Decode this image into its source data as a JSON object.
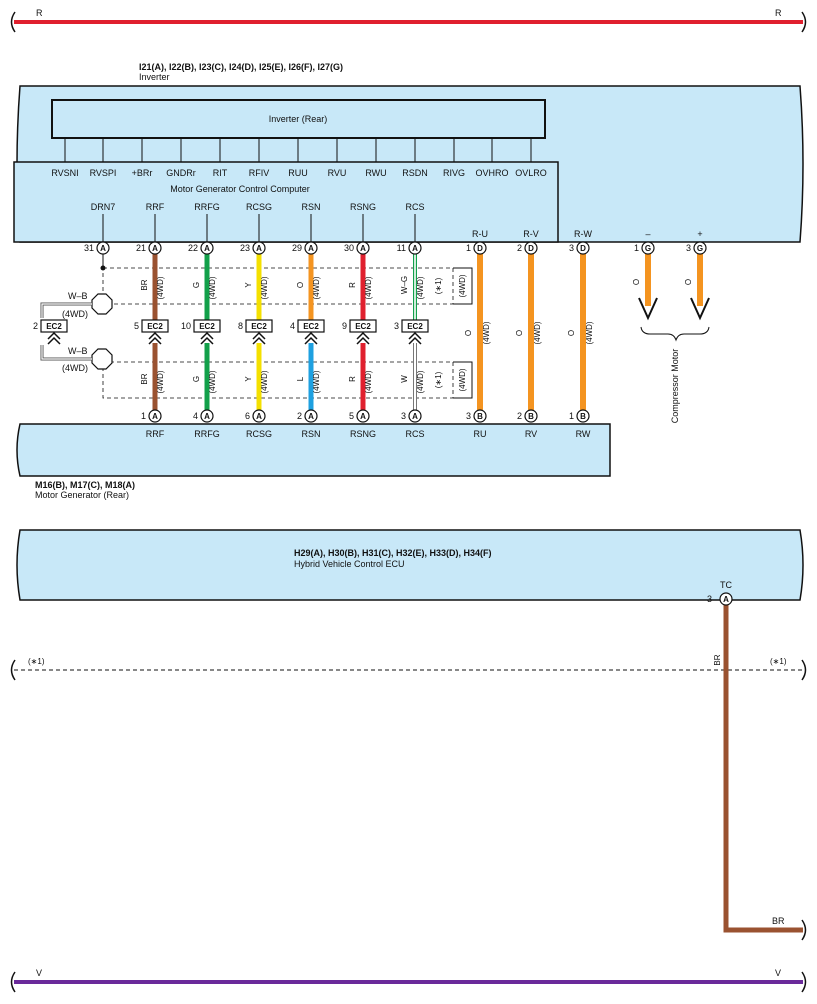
{
  "power_rail_top": {
    "left_label": "R",
    "right_label": "R",
    "color": "#e0202e"
  },
  "power_rail_bottom": {
    "left_label": "V",
    "right_label": "V",
    "color": "#6a2a9a"
  },
  "inverter": {
    "codes": "I21(A), I22(B), I23(C), I24(D), I25(E), I26(F), I27(G)",
    "name": "Inverter",
    "inner_label": "Inverter (Rear)",
    "mgcc_label": "Motor Generator Control Computer",
    "upper_terminals": [
      "RVSNI",
      "RVSPI",
      "+BRr",
      "GNDRr",
      "RIT",
      "RFIV",
      "RUU",
      "RVU",
      "RWU",
      "RSDN",
      "RIVG",
      "OVHRO",
      "OVLRO"
    ],
    "lower_terminals": [
      "DRN7",
      "RRF",
      "RRFG",
      "RCSG",
      "RSN",
      "RSNG",
      "RCS"
    ],
    "phase_labels": [
      "R-U",
      "R-V",
      "R-W",
      "–",
      "+"
    ]
  },
  "motor_generator": {
    "codes": "M16(B), M17(C), M18(A)",
    "name": "Motor Generator (Rear)",
    "terminals": [
      "RRF",
      "RRFG",
      "RCSG",
      "RSN",
      "RSNG",
      "RCS",
      "RU",
      "RV",
      "RW"
    ]
  },
  "hv_ecu": {
    "codes": "H29(A), H30(B), H31(C), H32(E), H33(D), H34(F)",
    "name": "Hybrid Vehicle Control ECU",
    "terminal": "TC",
    "pin": "3",
    "connector": "A"
  },
  "compressor_motor": {
    "label": "Compressor Motor"
  },
  "star1": "(∗1)",
  "fourwd": "(4WD)",
  "ec2": "EC2",
  "shield": {
    "wire": "W–B",
    "pin": "2"
  },
  "wires": [
    {
      "top_pin": "21",
      "top_conn": "A",
      "ec2_pin": "5",
      "bot_pin": "1",
      "bot_conn": "A",
      "upper_color": "BR",
      "lower_color": "BR",
      "hex_upper": "#9a5230",
      "hex_lower": "#9a5230"
    },
    {
      "top_pin": "22",
      "top_conn": "A",
      "ec2_pin": "10",
      "bot_pin": "4",
      "bot_conn": "A",
      "upper_color": "G",
      "lower_color": "G",
      "hex_upper": "#12a04a",
      "hex_lower": "#12a04a"
    },
    {
      "top_pin": "23",
      "top_conn": "A",
      "ec2_pin": "8",
      "bot_pin": "6",
      "bot_conn": "A",
      "upper_color": "Y",
      "lower_color": "Y",
      "hex_upper": "#f4e000",
      "hex_lower": "#f4e000"
    },
    {
      "top_pin": "29",
      "top_conn": "A",
      "ec2_pin": "4",
      "bot_pin": "2",
      "bot_conn": "A",
      "upper_color": "O",
      "lower_color": "L",
      "hex_upper": "#f49420",
      "hex_lower": "#1ea0e0"
    },
    {
      "top_pin": "30",
      "top_conn": "A",
      "ec2_pin": "9",
      "bot_pin": "5",
      "bot_conn": "A",
      "upper_color": "R",
      "lower_color": "R",
      "hex_upper": "#e0202e",
      "hex_lower": "#e0202e"
    },
    {
      "top_pin": "11",
      "top_conn": "A",
      "ec2_pin": "3",
      "bot_pin": "3",
      "bot_conn": "A",
      "upper_color": "W–G",
      "lower_color": "W",
      "hex_upper": "#12a04a",
      "hex_lower": "#bbbbbb"
    }
  ],
  "drn7_pin": {
    "pin": "31",
    "conn": "A"
  },
  "phase_wires": [
    {
      "top_pin": "1",
      "top_conn": "D",
      "bot_pin": "3",
      "bot_conn": "B",
      "color": "O"
    },
    {
      "top_pin": "2",
      "top_conn": "D",
      "bot_pin": "2",
      "bot_conn": "B",
      "color": "O"
    },
    {
      "top_pin": "3",
      "top_conn": "D",
      "bot_pin": "1",
      "bot_conn": "B",
      "color": "O"
    }
  ],
  "compressor_wires": [
    {
      "pin": "1",
      "conn": "G",
      "color": "O"
    },
    {
      "pin": "3",
      "conn": "G",
      "color": "O"
    }
  ],
  "tc_wire": {
    "color": "BR",
    "end_label": "BR",
    "hex": "#9a5230"
  },
  "colors": {
    "box_fill": "#c8e8f8",
    "orange": "#f49420",
    "brown": "#9a5230"
  }
}
